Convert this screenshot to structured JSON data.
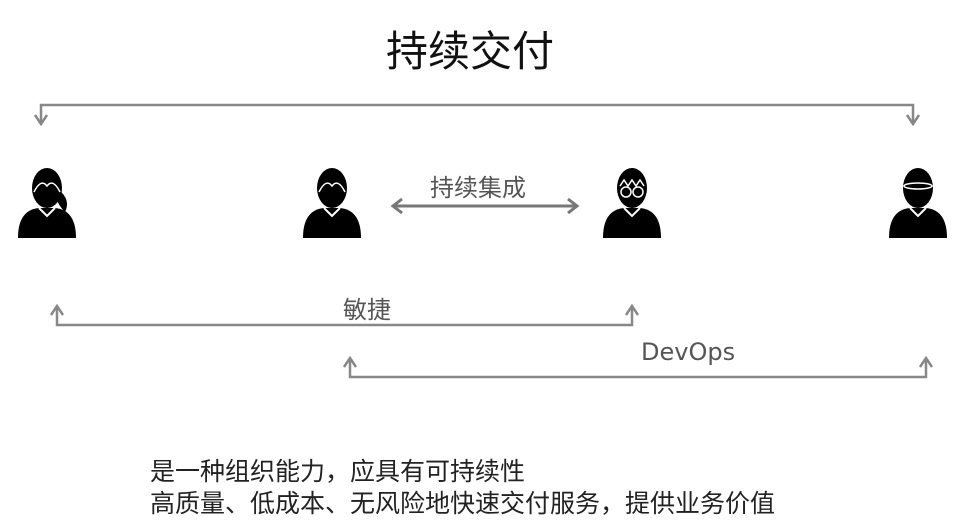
{
  "title": "持续交付",
  "labels": {
    "continuous_integration": "持续集成",
    "agile": "敏捷",
    "devops": "DevOps"
  },
  "description": [
    "是一种组织能力，应具有可持续性",
    "高质量、低成本、无风险地快速交付服务，提供业务价值"
  ],
  "colors": {
    "arrow": "#888888",
    "person": "#000000",
    "label": "#555555"
  }
}
